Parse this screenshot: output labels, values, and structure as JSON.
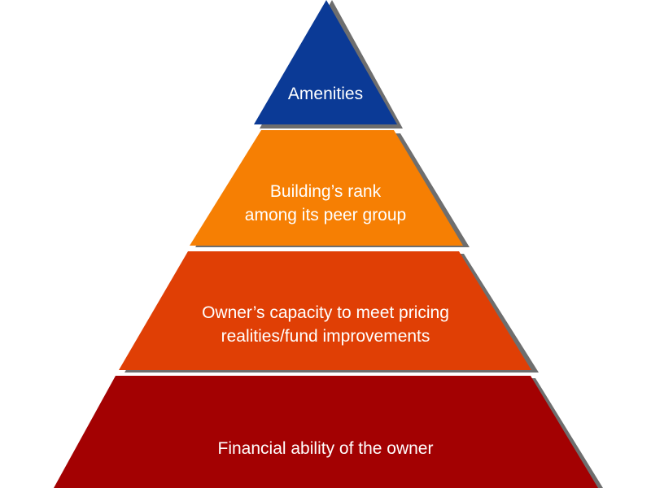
{
  "pyramid": {
    "tiers": [
      {
        "lines": [
          "Amenities"
        ],
        "fill": "#0B3A96"
      },
      {
        "lines": [
          "Building’s rank",
          "among its peer group"
        ],
        "fill": "#F67F03"
      },
      {
        "lines": [
          "Owner’s capacity to meet pricing",
          "realities/fund improvements"
        ],
        "fill": "#E03F05"
      },
      {
        "lines": [
          "Financial ability of the owner"
        ],
        "fill": "#A30102"
      }
    ],
    "shadow_color": "#6e6e6e"
  }
}
